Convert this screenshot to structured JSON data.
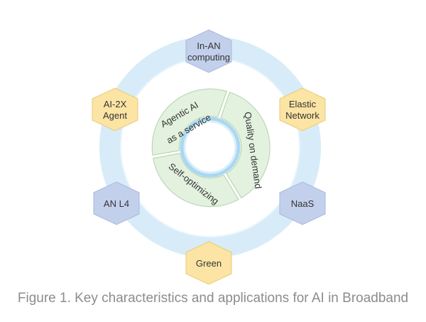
{
  "nodes": [
    {
      "id": "in-an",
      "lines": [
        "In-AN",
        "computing"
      ],
      "fill": "#c3d0ec",
      "stroke": "#aab9de"
    },
    {
      "id": "elastic",
      "lines": [
        "Elastic",
        "Network"
      ],
      "fill": "#fbe4a4",
      "stroke": "#eacb75"
    },
    {
      "id": "naas",
      "lines": [
        "NaaS"
      ],
      "fill": "#c3d0ec",
      "stroke": "#aab9de"
    },
    {
      "id": "green",
      "lines": [
        "Green"
      ],
      "fill": "#fbe4a4",
      "stroke": "#eacb75"
    },
    {
      "id": "an-l4",
      "lines": [
        "AN L4"
      ],
      "fill": "#c3d0ec",
      "stroke": "#aab9de"
    },
    {
      "id": "ai-2x",
      "lines": [
        "AI-2X",
        "Agent"
      ],
      "fill": "#fbe4a4",
      "stroke": "#eacb75"
    }
  ],
  "segments": [
    {
      "id": "agentic",
      "lines": [
        "Agentic AI",
        "as a service"
      ]
    },
    {
      "id": "quality",
      "lines": [
        "Quality on demand"
      ]
    },
    {
      "id": "self-opt",
      "lines": [
        "Self-optimizing"
      ]
    }
  ],
  "caption": "Figure 1. Key characteristics and applications for AI in Broadband",
  "colors": {
    "ring": "#d7ecf8",
    "segment_fill": "#e3f1df",
    "segment_stroke": "#b4d1ad",
    "hub_ring": "#a9d8f1",
    "text": "#333333"
  }
}
